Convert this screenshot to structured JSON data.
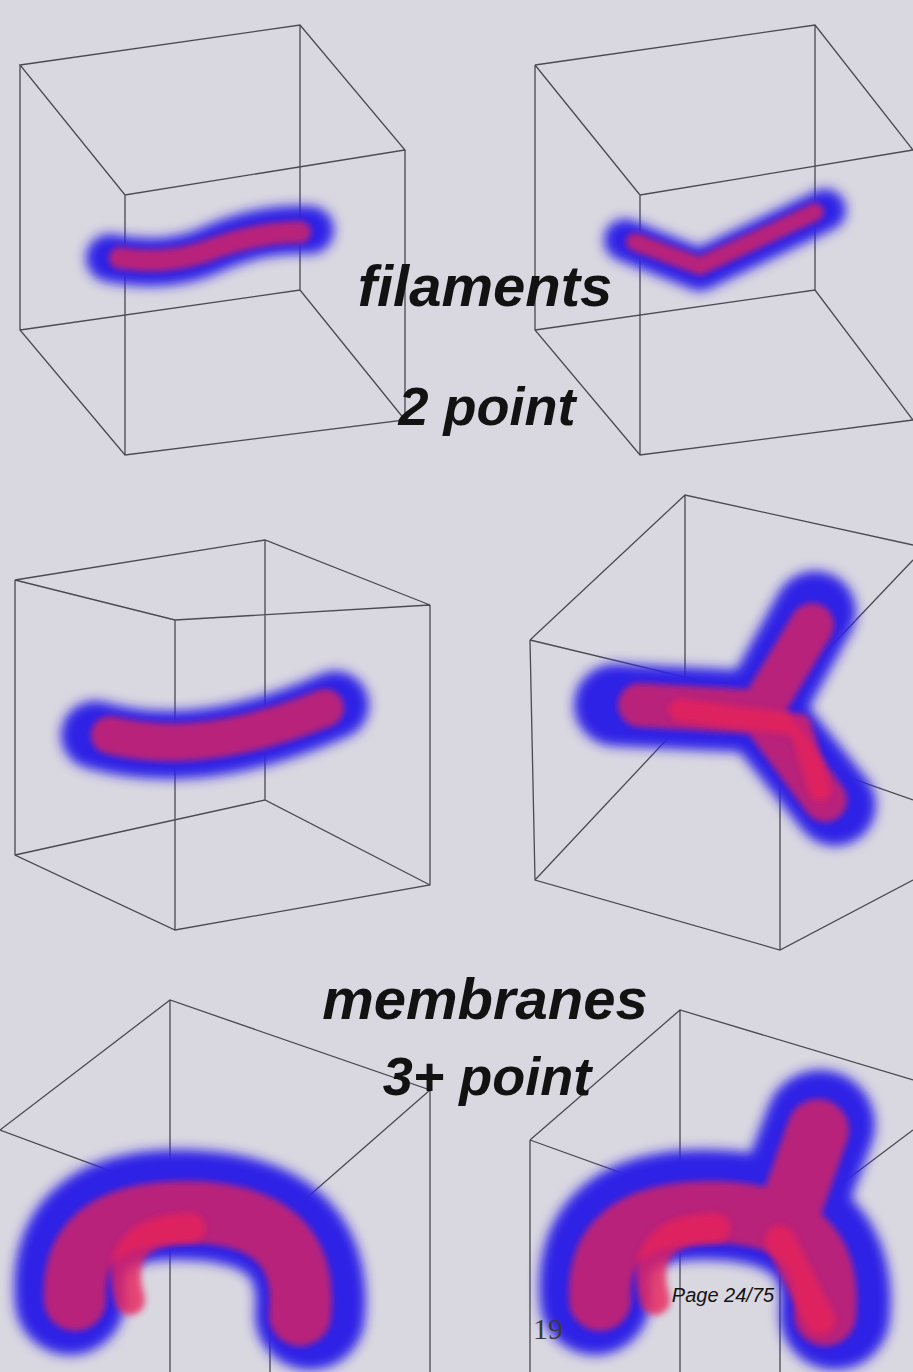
{
  "diagram": {
    "labels": [
      "filaments",
      "2 point",
      "membranes",
      "3+ point",
      "19",
      "Page 24/75"
    ]
  }
}
